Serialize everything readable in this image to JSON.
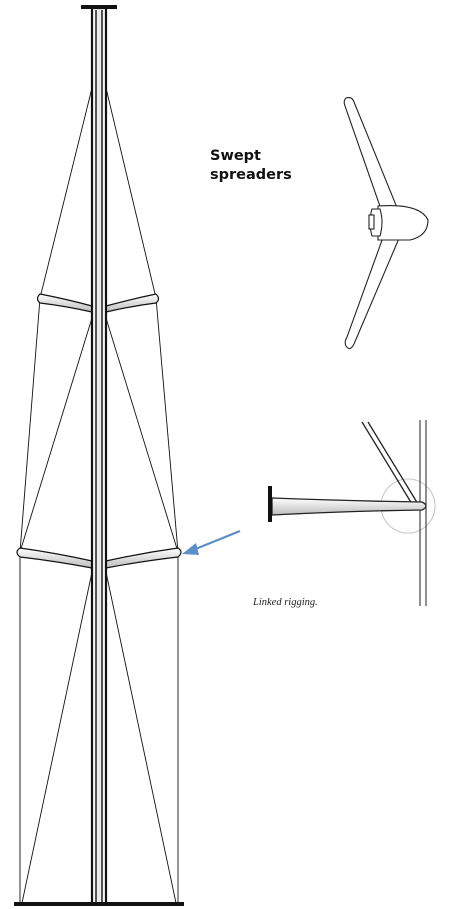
{
  "labels": {
    "swept_line1": "Swept",
    "swept_line2": "spreaders",
    "linked": "Linked rigging."
  },
  "colors": {
    "ink": "#111111",
    "arrow": "#5b8fc9",
    "circle": "#c8c8c8",
    "spreader_fill": "#d9d9d9"
  }
}
